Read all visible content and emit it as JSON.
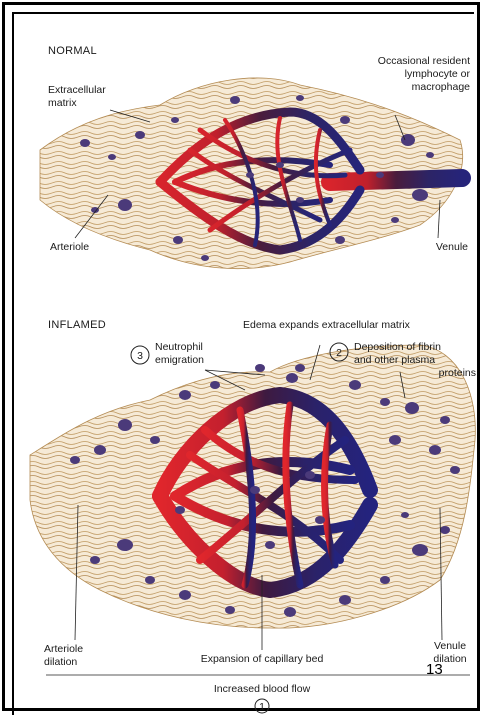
{
  "normal": {
    "title": "NORMAL",
    "labels": {
      "extracellular_matrix_1": "Extracellular",
      "extracellular_matrix_2": "matrix",
      "resident_1": "Occasional resident",
      "resident_2": "lymphocyte or",
      "resident_3": "macrophage",
      "arteriole": "Arteriole",
      "venule": "Venule"
    }
  },
  "inflamed": {
    "title": "INFLAMED",
    "labels": {
      "edema": "Edema expands extracellular matrix",
      "step3_num": "3",
      "neutrophil_1": "Neutrophil",
      "neutrophil_2": "emigration",
      "step2_num": "2",
      "fibrin_1": "Deposition of fibrin",
      "fibrin_2": "and other plasma",
      "fibrin_3": "proteins",
      "arteriole_1": "Arteriole",
      "arteriole_2": "dilation",
      "capillary": "Expansion of capillary bed",
      "venule_1": "Venule",
      "venule_2": "dilation",
      "blood_flow": "Increased blood flow",
      "step1_num": "1"
    }
  },
  "page_number": "13",
  "colors": {
    "arterial_red": "#d8242c",
    "venous_blue": "#26247a",
    "matrix_tan": "#c9a56f",
    "cell_purple": "#4b3a7a"
  }
}
